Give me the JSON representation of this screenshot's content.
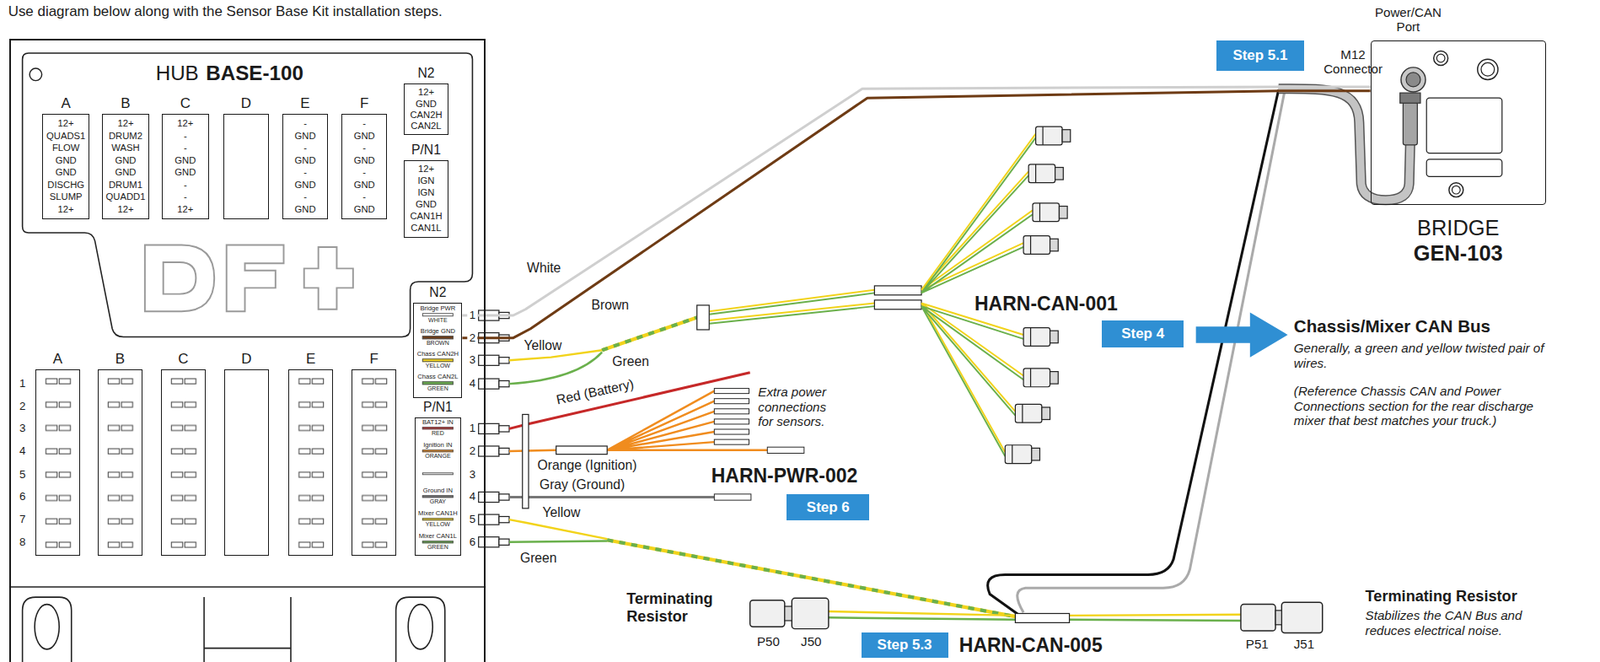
{
  "diagram": {
    "title": "Use diagram below along with the Sensor Base Kit installation steps.",
    "nodes": [
      {
        "text": [
          "HUB",
          "BASE-100"
        ]
      },
      {
        "text": [
          "A",
          "12+",
          "QUADS1",
          "FLOW",
          "GND",
          "GND",
          "DISCHG",
          "SLUMP",
          "12+"
        ],
        "in": 0
      },
      {
        "text": [
          "B",
          "12+",
          "DRUM2",
          "WASH",
          "GND",
          "GND",
          "DRUM1",
          "QUADD1",
          "12+"
        ],
        "in": 0
      },
      {
        "text": [
          "C",
          "12+",
          "-",
          "-",
          "GND",
          "GND",
          "-",
          "-",
          "12+"
        ],
        "in": 0
      },
      {
        "text": [
          "D"
        ],
        "in": 0
      },
      {
        "text": [
          "E",
          "-",
          "GND",
          "-",
          "GND",
          "-",
          "GND",
          "-",
          "GND"
        ],
        "in": 0
      },
      {
        "text": [
          "F",
          "-",
          "GND",
          "-",
          "GND",
          "-",
          "GND",
          "-",
          "GND"
        ],
        "in": 0
      },
      {
        "text": [
          "N2",
          "12+",
          "GND",
          "CAN2H",
          "CAN2L"
        ],
        "in": 0
      },
      {
        "text": [
          "P/N1",
          "12+",
          "IGN",
          "IGN",
          "GND",
          "CAN1H",
          "CAN1L"
        ],
        "in": 0
      },
      {
        "text": [
          "A"
        ],
        "in": 0
      },
      {
        "text": [
          "B"
        ],
        "in": 0
      },
      {
        "text": [
          "C"
        ],
        "in": 0
      },
      {
        "text": [
          "D"
        ],
        "in": 0
      },
      {
        "text": [
          "E"
        ],
        "in": 0
      },
      {
        "text": [
          "F"
        ],
        "in": 0
      },
      {
        "text": [
          "N2",
          "Bridge PWR",
          "WHITE",
          "Bridge GND",
          "BROWN",
          "Chass CAN2H",
          "YELLOW",
          "Chass CAN2L",
          "GREEN"
        ],
        "in": 0
      },
      {
        "text": [
          "P/N1",
          "BAT12+ IN",
          "RED",
          "Ignition IN",
          "ORANGE",
          "Ground IN",
          "GRAY",
          "Mixer CAN1H",
          "YELLOW",
          "Mixer CAN1L",
          "GREEN"
        ],
        "in": 0
      },
      {
        "text": [
          "Step 5.1"
        ]
      },
      {
        "text": [
          "BRIDGE",
          "GEN-103"
        ]
      },
      {
        "text": [
          "Step 4"
        ]
      },
      {
        "text": [
          "Step 6"
        ]
      },
      {
        "text": [
          "Step 5.3"
        ]
      }
    ],
    "edges": [
      {
        "from": 15,
        "to": 18,
        "arrow": "none",
        "label": "White"
      },
      {
        "from": 15,
        "to": 18,
        "arrow": "none",
        "label": "Brown"
      }
    ],
    "labels": [
      "1",
      "2",
      "3",
      "4",
      "5",
      "6",
      "7",
      "8",
      "1",
      "2",
      "3",
      "4",
      "1",
      "2",
      "3",
      "4",
      "5",
      "6",
      "Yellow",
      "Green",
      "Red (Battery)",
      "Orange (Ignition)",
      "Gray (Ground)",
      "Yellow",
      "Green",
      "Extra power connections for sensors.",
      "HARN-PWR-002",
      "HARN-CAN-001",
      "HARN-CAN-005",
      "Power/CAN Port",
      "M12 Connector",
      "Chassis/Mixer CAN Bus",
      "Generally, a green and yellow twisted pair of wires.",
      "(Reference Chassis CAN and Power Connections section for the rear discharge mixer that best matches your truck.)",
      "Terminating Resistor",
      "P50",
      "J50",
      "Terminating Resistor",
      "Stabilizes the CAN Bus and reduces electrical noise.",
      "P51",
      "J51"
    ]
  }
}
